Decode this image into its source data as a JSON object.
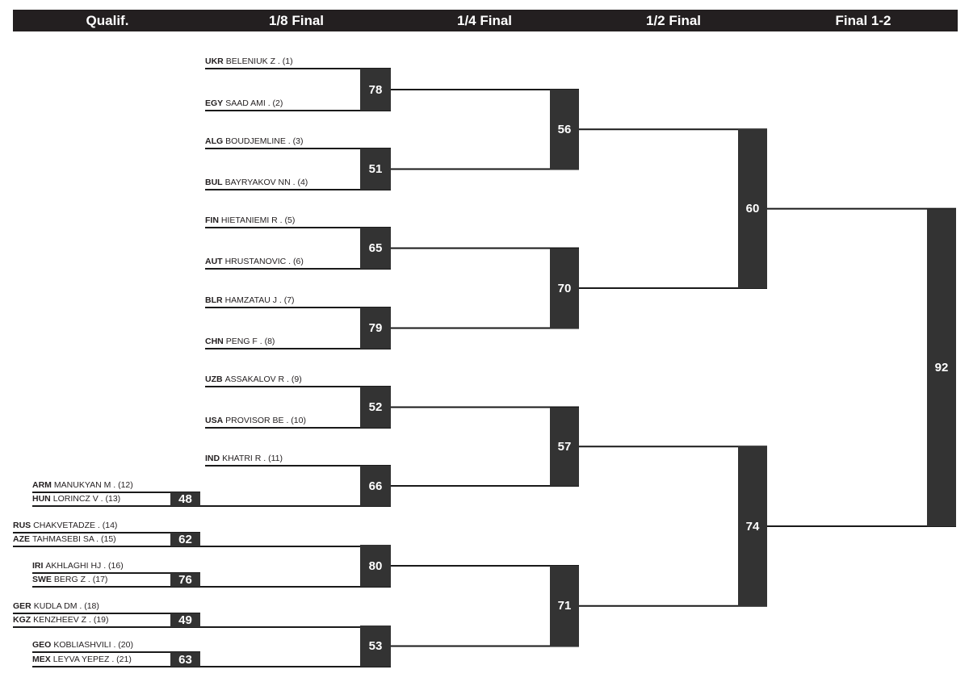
{
  "rounds": [
    "Qualif.",
    "1/8 Final",
    "1/4 Final",
    "1/2 Final",
    "Final 1-2"
  ],
  "colors": {
    "header": "#231f20",
    "box": "#333333",
    "line": "#1a1a1a"
  },
  "players": [
    {
      "nat": "UKR",
      "name": "BELENIUK Z . (1)"
    },
    {
      "nat": "EGY",
      "name": "SAAD AMI . (2)"
    },
    {
      "nat": "ALG",
      "name": "BOUDJEMLINE . (3)"
    },
    {
      "nat": "BUL",
      "name": "BAYRYAKOV NN . (4)"
    },
    {
      "nat": "FIN",
      "name": "HIETANIEMI R . (5)"
    },
    {
      "nat": "AUT",
      "name": "HRUSTANOVIC . (6)"
    },
    {
      "nat": "BLR",
      "name": "HAMZATAU J . (7)"
    },
    {
      "nat": "CHN",
      "name": "PENG F . (8)"
    },
    {
      "nat": "UZB",
      "name": "ASSAKALOV R . (9)"
    },
    {
      "nat": "USA",
      "name": "PROVISOR BE . (10)"
    },
    {
      "nat": "IND",
      "name": "KHATRI R . (11)"
    },
    {
      "nat": "ARM",
      "name": "MANUKYAN M . (12)"
    },
    {
      "nat": "HUN",
      "name": "LORINCZ V . (13)"
    },
    {
      "nat": "RUS",
      "name": "CHAKVETADZE . (14)"
    },
    {
      "nat": "AZE",
      "name": "TAHMASEBI SA . (15)"
    },
    {
      "nat": "IRI",
      "name": "AKHLAGHI HJ . (16)"
    },
    {
      "nat": "SWE",
      "name": "BERG Z . (17)"
    },
    {
      "nat": "GER",
      "name": "KUDLA DM . (18)"
    },
    {
      "nat": "KGZ",
      "name": "KENZHEEV Z . (19)"
    },
    {
      "nat": "GEO",
      "name": "KOBLIASHVILI . (20)"
    },
    {
      "nat": "MEX",
      "name": "LEYVA YEPEZ . (21)"
    }
  ],
  "matches": {
    "qualif": [
      "48",
      "62",
      "76",
      "49",
      "63"
    ],
    "r16": [
      "78",
      "51",
      "65",
      "79",
      "52",
      "66",
      "80",
      "53"
    ],
    "qf": [
      "56",
      "70",
      "57",
      "71"
    ],
    "sf": [
      "60",
      "74"
    ],
    "final": [
      "92"
    ]
  }
}
